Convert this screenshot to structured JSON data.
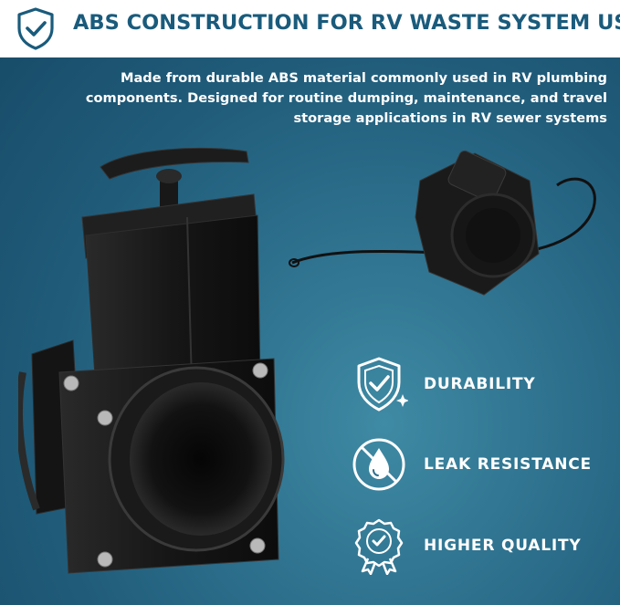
{
  "header": {
    "title": "ABS CONSTRUCTION FOR RV WASTE SYSTEM USE",
    "icon": "shield-check-icon"
  },
  "description": {
    "lines": [
      "Made from durable ABS material commonly used in RV plumbing",
      "components. Designed for routine dumping, maintenance, and travel",
      "storage applications in RV sewer systems"
    ]
  },
  "features": [
    {
      "label": "DURABILITY",
      "icon": "shield-check-sparkle-icon"
    },
    {
      "label": "LEAK RESISTANCE",
      "icon": "no-drop-icon"
    },
    {
      "label": "HIGHER QUALITY",
      "icon": "quality-badge-icon"
    }
  ],
  "colors": {
    "accent": "#1a5b7c",
    "background": "#2c6f8c",
    "text": "#ffffff"
  }
}
